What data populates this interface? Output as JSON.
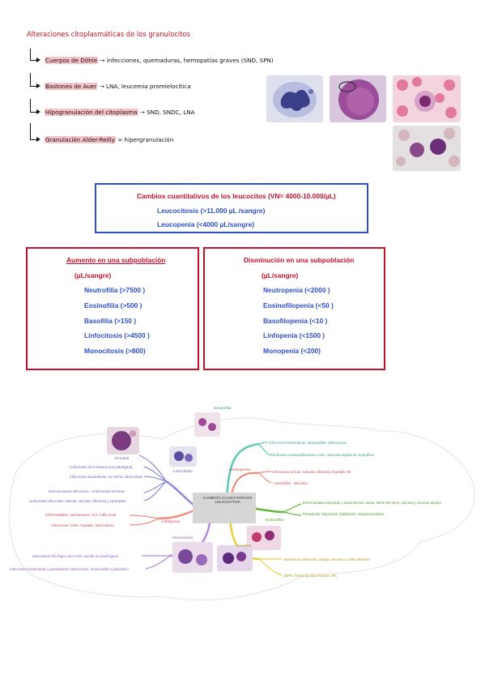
{
  "notes": {
    "title": "Alteraciones citoplasmáticas de los granulocitos",
    "items": [
      {
        "term": "Cuerpos de Döhle",
        "detail": "infecciones, quemaduras, hemopatías graves (SND, SPN)"
      },
      {
        "term": "Bastones de Auer",
        "detail": "LNA, leucemia promielocítica"
      },
      {
        "term": "Hipogranulación del citoplasma",
        "detail": "SND, SNDC, LNA"
      },
      {
        "term": "Granulación Alder-Reilly",
        "detail": "= hipergranulación"
      }
    ]
  },
  "quant_box": {
    "heading": "Cambios cuantitativos de los leucocitos (VN= 4000-10.000/µL)",
    "lines": [
      "Leucocitosis (>11.000 µL /sangre)",
      "Leucopenia (<4000 µL/sangre)"
    ]
  },
  "increase_box": {
    "heading": "Aumento en una subpoblación",
    "unit": "(µL/sangre)",
    "items": [
      "Neutrofilia (>7500 )",
      "Eosinofilia (>500 )",
      "Basofilia (>150 )",
      "Linfocitosis (>4500 )",
      "Monocitosis (>800)"
    ]
  },
  "decrease_box": {
    "heading": "Disminución en una subpoblación",
    "unit": "(µL/sangre)",
    "items": [
      "Neutropenia (<2000 )",
      "Eosinofilopenia (<50 )",
      "Basofilopenia (<10 )",
      "Linfopenia (<1500 )",
      "Monopenia (<200)"
    ]
  },
  "mindmap": {
    "center": "CAMBIOS CUANTITATIVOS LEUCOCITOS",
    "nodes": {
      "neutrofilia": "Neutrofilia",
      "neutropenia": "Neutropenia",
      "eosinofilia": "Eosinofilia",
      "basofilia": "Basofilia",
      "monocitosis": "Monocitosis",
      "linfopenia": "Linfopenia",
      "linfocitosis": "Linfocitosis",
      "virocitos": "Virocitos"
    },
    "leaves": {
      "neutrofilia": [
        "Infecciones bacterianas: endocarditis, tuberculosis",
        "Síndromes mieloproliferativos: LMC, leucemia aguda de neutrófilos"
      ],
      "neutropenia": [
        "Infecciones víricas: rubeola, influenza, hepatitis, MI",
        "↓ neutrófilos · linfocitos"
      ],
      "eosinofilia": [
        "Enfermedades alérgicas y autoinmunes: asma, fiebre del heno, urticaria y eccema atópico",
        "Parasitosis: triquinosis, hidatidosis, esquistosomiasis"
      ],
      "basofilia": [
        "Situaciones adversas: alergia, urticaria y colitis ulcerosa",
        "SMPC (mixta aguda/crónica): LMC"
      ],
      "monocitosis": [
        "Monocitosis fisiológica del recién nacido (no patológica)",
        "Infecciones bacterianas y parasitarias: tuberculosis, endocarditis y paludismo"
      ],
      "linfopenia": [
        "Enfermedades: autoinmunes, ICC, Fallo renal",
        "Infecciosas: SIDA, hepatitis, tuberculosis"
      ],
      "linfocitosis": [
        "Linfocitosis de la infancia (no patológica)",
        "Infecciones bacterianas: tos ferina, tuberculosis",
        "Mononucleosis infecciosa = enfermedad del beso",
        "Linfocitosis infecciosa: rubeola, varicela, influenza y sarampión"
      ]
    }
  },
  "colors": {
    "red": "#c2132b",
    "blue": "#2f4fc7",
    "teal": "#5fc9b6",
    "green": "#61b53a",
    "yellow": "#e9cf3c",
    "purple": "#b58bd8",
    "salmon": "#f08b7f"
  }
}
